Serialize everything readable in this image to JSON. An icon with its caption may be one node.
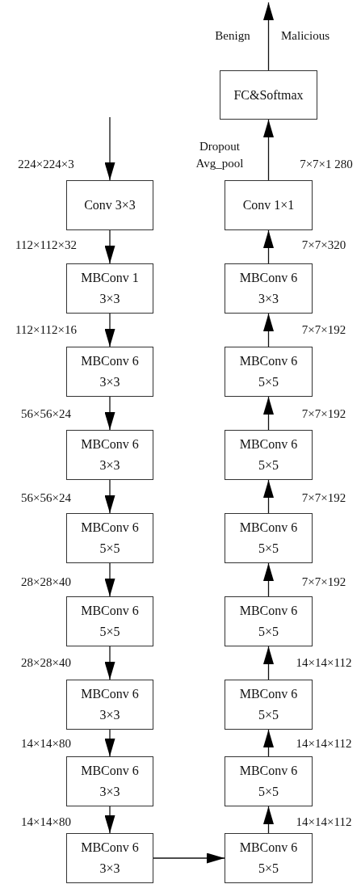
{
  "diagram": {
    "nodes": [
      {
        "text": [
          "Conv 3×3"
        ]
      },
      {
        "text": [
          "MBConv 1",
          "3×3"
        ]
      },
      {
        "text": [
          "MBConv 6",
          "3×3"
        ]
      },
      {
        "text": [
          "MBConv 6",
          "3×3"
        ]
      },
      {
        "text": [
          "MBConv 6",
          "5×5"
        ]
      },
      {
        "text": [
          "MBConv 6",
          "5×5"
        ]
      },
      {
        "text": [
          "MBConv 6",
          "3×3"
        ]
      },
      {
        "text": [
          "MBConv 6",
          "3×3"
        ]
      },
      {
        "text": [
          "MBConv 6",
          "3×3"
        ]
      },
      {
        "text": [
          "FC&Softmax"
        ]
      },
      {
        "text": [
          "Conv 1×1"
        ]
      },
      {
        "text": [
          "MBConv 6",
          "3×3"
        ]
      },
      {
        "text": [
          "MBConv 6",
          "5×5"
        ]
      },
      {
        "text": [
          "MBConv 6",
          "5×5"
        ]
      },
      {
        "text": [
          "MBConv 6",
          "5×5"
        ]
      },
      {
        "text": [
          "MBConv 6",
          "5×5"
        ]
      },
      {
        "text": [
          "MBConv 6",
          "5×5"
        ]
      },
      {
        "text": [
          "MBConv 6",
          "5×5"
        ]
      },
      {
        "text": [
          "MBConv 6",
          "5×5"
        ]
      }
    ],
    "edges": [
      {
        "from": null,
        "to": 0,
        "arrow": "to"
      },
      {
        "from": 0,
        "to": 1,
        "arrow": "to"
      },
      {
        "from": 1,
        "to": 2,
        "arrow": "to"
      },
      {
        "from": 2,
        "to": 3,
        "arrow": "to"
      },
      {
        "from": 3,
        "to": 4,
        "arrow": "to"
      },
      {
        "from": 4,
        "to": 5,
        "arrow": "to"
      },
      {
        "from": 5,
        "to": 6,
        "arrow": "to"
      },
      {
        "from": 6,
        "to": 7,
        "arrow": "to"
      },
      {
        "from": 7,
        "to": 8,
        "arrow": "to"
      },
      {
        "from": 8,
        "to": 18,
        "arrow": "to"
      },
      {
        "from": 18,
        "to": 17,
        "arrow": "to"
      },
      {
        "from": 17,
        "to": 16,
        "arrow": "to"
      },
      {
        "from": 16,
        "to": 15,
        "arrow": "to"
      },
      {
        "from": 15,
        "to": 14,
        "arrow": "to"
      },
      {
        "from": 14,
        "to": 13,
        "arrow": "to"
      },
      {
        "from": 13,
        "to": 12,
        "arrow": "to"
      },
      {
        "from": 12,
        "to": 11,
        "arrow": "to"
      },
      {
        "from": 11,
        "to": 10,
        "arrow": "to"
      },
      {
        "from": 10,
        "to": 9,
        "arrow": "to"
      },
      {
        "from": 9,
        "to": null,
        "arrow": "to"
      }
    ],
    "labels": [
      "Benign",
      "Malicious",
      "Dropout Avg_pool",
      "224×224×3",
      "7×7×1 280",
      "112×112×32",
      "7×7×320",
      "112×112×16",
      "7×7×192",
      "56×56×24",
      "7×7×192",
      "56×56×24",
      "7×7×192",
      "28×28×40",
      "7×7×192",
      "28×28×40",
      "14×14×112",
      "14×14×80",
      "14×14×112",
      "14×14×80",
      "14×14×112"
    ]
  }
}
